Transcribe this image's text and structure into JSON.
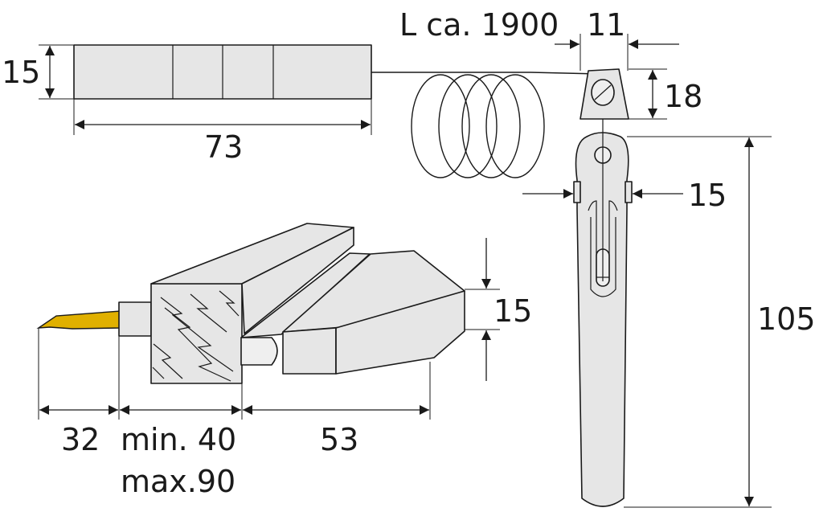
{
  "dimensions": {
    "length_cable": "L ca. 1900",
    "width_11": "11",
    "height_15_top": "15",
    "height_18": "18",
    "width_73": "73",
    "width_15_lever": "15",
    "height_105": "105",
    "height_15_holder": "15",
    "dim_32": "32",
    "dim_min40": "min. 40",
    "dim_max90": "max.90",
    "dim_53": "53"
  },
  "colors": {
    "part_fill": "#e6e6e6",
    "line": "#1a1a1a",
    "blade": "#e0b000"
  }
}
